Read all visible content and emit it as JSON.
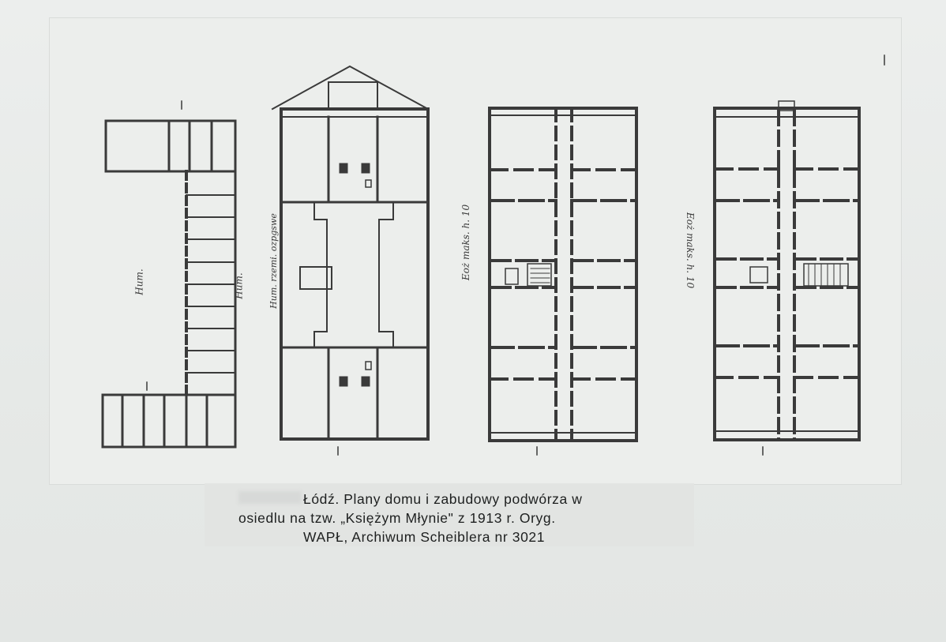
{
  "caption": {
    "line1": "Łódź. Plany domu i zabudowy podwórza w",
    "line2": "osiedlu na tzw. „Księżym Młynie\" z 1913 r. Oryg.",
    "line3": "WAPŁ, Archiwum Scheiblera nr 3021"
  },
  "annotations": {
    "plan1": "Hum.",
    "plan1b": "Hum.",
    "plan2": "Hum. rzemi. ozpgswe",
    "plan3": "Eoż maks. h. 10",
    "plan4": "Eoż maks. h. 10"
  },
  "colors": {
    "ink": "#3d3d3d",
    "paper": "#eceeec"
  }
}
